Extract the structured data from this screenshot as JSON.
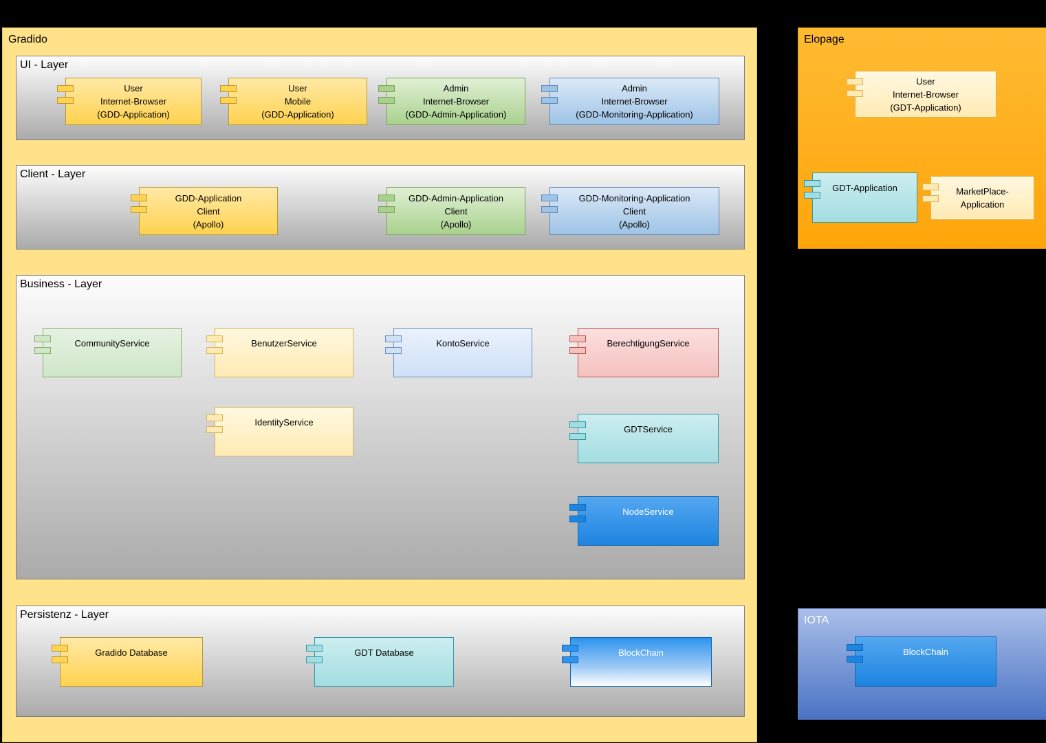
{
  "gradido": {
    "title": "Gradido",
    "layers": [
      {
        "title": "UI - Layer",
        "components": [
          {
            "lines": [
              "User",
              "Internet-Browser",
              "(GDD-Application)"
            ]
          },
          {
            "lines": [
              "User",
              "Mobile",
              "(GDD-Application)"
            ]
          },
          {
            "lines": [
              "Admin",
              "Internet-Browser",
              "(GDD-Admin-Application)"
            ]
          },
          {
            "lines": [
              "Admin",
              "Internet-Browser",
              "(GDD-Monitoring-Application)"
            ]
          }
        ]
      },
      {
        "title": "Client - Layer",
        "components": [
          {
            "lines": [
              "GDD-Application",
              "Client",
              "(Apollo)"
            ]
          },
          {
            "lines": [
              "GDD-Admin-Application",
              "Client",
              "(Apollo)"
            ]
          },
          {
            "lines": [
              "GDD-Monitoring-Application",
              "Client",
              "(Apollo)"
            ]
          }
        ]
      },
      {
        "title": "Business - Layer",
        "components": [
          {
            "lines": [
              "CommunityService"
            ]
          },
          {
            "lines": [
              "BenutzerService"
            ]
          },
          {
            "lines": [
              "KontoService"
            ]
          },
          {
            "lines": [
              "BerechtigungService"
            ]
          },
          {
            "lines": [
              "IdentityService"
            ]
          },
          {
            "lines": [
              "GDTService"
            ]
          },
          {
            "lines": [
              "NodeService"
            ]
          }
        ]
      },
      {
        "title": "Persistenz - Layer",
        "components": [
          {
            "lines": [
              "Gradido Database"
            ]
          },
          {
            "lines": [
              "GDT Database"
            ]
          },
          {
            "lines": [
              "BlockChain"
            ]
          }
        ]
      }
    ]
  },
  "elopage": {
    "title": "Elopage",
    "components": [
      {
        "lines": [
          "User",
          "Internet-Browser",
          "(GDT-Application)"
        ]
      },
      {
        "lines": [
          "GDT-Application"
        ]
      },
      {
        "lines": [
          "MarketPlace-",
          "Application"
        ]
      }
    ]
  },
  "iota": {
    "title": "IOTA",
    "components": [
      {
        "lines": [
          "BlockChain"
        ]
      }
    ]
  },
  "palette": {
    "background": "#000000",
    "gradido_fill": "#ffe289",
    "elopage_fill": "#ffaf1e",
    "iota_fill_top": "#a9bfe9",
    "iota_fill_bottom": "#4a72c4",
    "layer_fill_top": "#fdfdfd",
    "layer_fill_bottom": "#aaaaaa",
    "yellow": "#ffd966",
    "light_yellow": "#fff2cc",
    "green": "#a9d18e",
    "light_green": "#d5e8d4",
    "blue": "#9dc3e6",
    "light_blue": "#dae8fc",
    "pink": "#f8cecc",
    "teal": "#b0e3e6",
    "strong_blue": "#1e88e5"
  }
}
